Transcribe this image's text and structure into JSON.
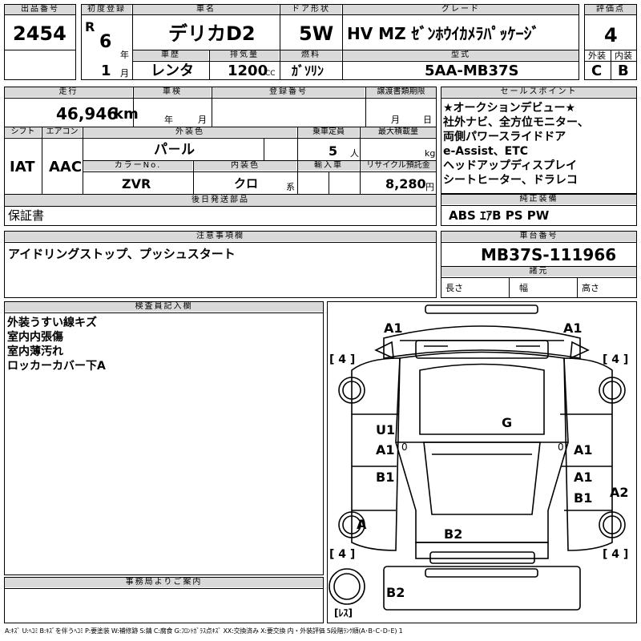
{
  "lot": {
    "label": "出品番号",
    "value": "2454"
  },
  "first_reg": {
    "label": "初度登録",
    "era": "R",
    "year": "6",
    "year_unit": "年",
    "month": "1",
    "month_unit": "月"
  },
  "car_name": {
    "label": "車名",
    "value": "デリカD2"
  },
  "door": {
    "label": "ドア形状",
    "value": "5W"
  },
  "grade": {
    "label": "グレード",
    "value": "HV MZ ｾﾞﾝﾎｳｲｶﾒﾗﾊﾟｯｹｰｼﾞ"
  },
  "score": {
    "label": "評価点",
    "value": "4",
    "ext_label": "外装",
    "int_label": "内装",
    "ext_value": "C",
    "int_value": "B"
  },
  "history": {
    "label": "車歴",
    "value": "レンタ"
  },
  "displacement": {
    "label": "排気量",
    "value": "1200",
    "unit": "CC"
  },
  "fuel": {
    "label": "燃料",
    "value": "ｶﾞｿﾘﾝ"
  },
  "model": {
    "label": "型式",
    "value": "5AA-MB37S"
  },
  "mileage": {
    "label": "走行",
    "value": "46,946",
    "unit": "km"
  },
  "inspection": {
    "label": "車検",
    "year_unit": "年",
    "month_unit": "月"
  },
  "reg_no": {
    "label": "登録番号"
  },
  "transfer": {
    "label": "譲渡書類期限",
    "month_unit": "月",
    "day_unit": "日"
  },
  "sales_point": {
    "label": "セールスポイント",
    "lines": [
      "★オークションデビュー★",
      "社外ナビ、全方位モニター、",
      "両側パワースライドドア",
      "e-Assist、ETC",
      "ヘッドアップディスプレイ",
      "シートヒーター、ドラレコ"
    ]
  },
  "shift": {
    "label": "シフト",
    "value": "IAT"
  },
  "aircon": {
    "label": "エアコン",
    "value": "AAC"
  },
  "exterior_color": {
    "label": "外装色",
    "value": "パ－ル"
  },
  "capacity": {
    "label": "乗車定員",
    "value": "5",
    "unit": "人"
  },
  "max_load": {
    "label": "最大積載量",
    "unit": "kg"
  },
  "color_no": {
    "label": "カラーNo.",
    "value": "ZVR"
  },
  "interior_color": {
    "label": "内装色",
    "value": "クロ",
    "unit": "系"
  },
  "import": {
    "label": "輸入車"
  },
  "recycle": {
    "label": "リサイクル預託金",
    "value": "8,280",
    "unit": "円"
  },
  "later_parts": {
    "label": "後日発送部品",
    "value": "保証書"
  },
  "genuine": {
    "label": "純正装備",
    "value": "ABS ｴｱB PS PW"
  },
  "notes": {
    "label": "注意事項欄",
    "value": "アイドリングストップ、プッシュスタート"
  },
  "chassis": {
    "label": "車台番号",
    "value": "MB37S-111966"
  },
  "specs": {
    "label": "諸元",
    "length": "長さ",
    "width": "幅",
    "height": "高さ"
  },
  "inspector": {
    "label": "検査員記入欄",
    "lines": [
      "外装うすい線キズ",
      "室内内張傷",
      "室内薄汚れ",
      "ロッカーカバー下A"
    ]
  },
  "office": {
    "label": "事務局よりご案内"
  },
  "diagram": {
    "marks": [
      "A1",
      "A1",
      "U1",
      "A1",
      "G",
      "A1",
      "B1",
      "A1",
      "B1",
      "A2",
      "A",
      "B2",
      "B2"
    ],
    "tires": [
      "[ 4 ]",
      "[ 4 ]",
      "[ 4 ]",
      "[ 4 ]"
    ],
    "spare_label": "[ﾚｽ]",
    "zero": "0"
  },
  "legend": "A:ｷｽﾞ U:ﾍｺﾐ B:ｷｽﾞを伴うﾍｺﾐ P:要塗装 W:補修跡 S:錆 C:腐食 G:ﾌﾛﾝﾄｶﾞﾗｽ点ｷｽﾞ XX:交換済み X:要交換 内・外装評価 5段階ﾗﾝｸ順(A･B･C･D･E) 1"
}
